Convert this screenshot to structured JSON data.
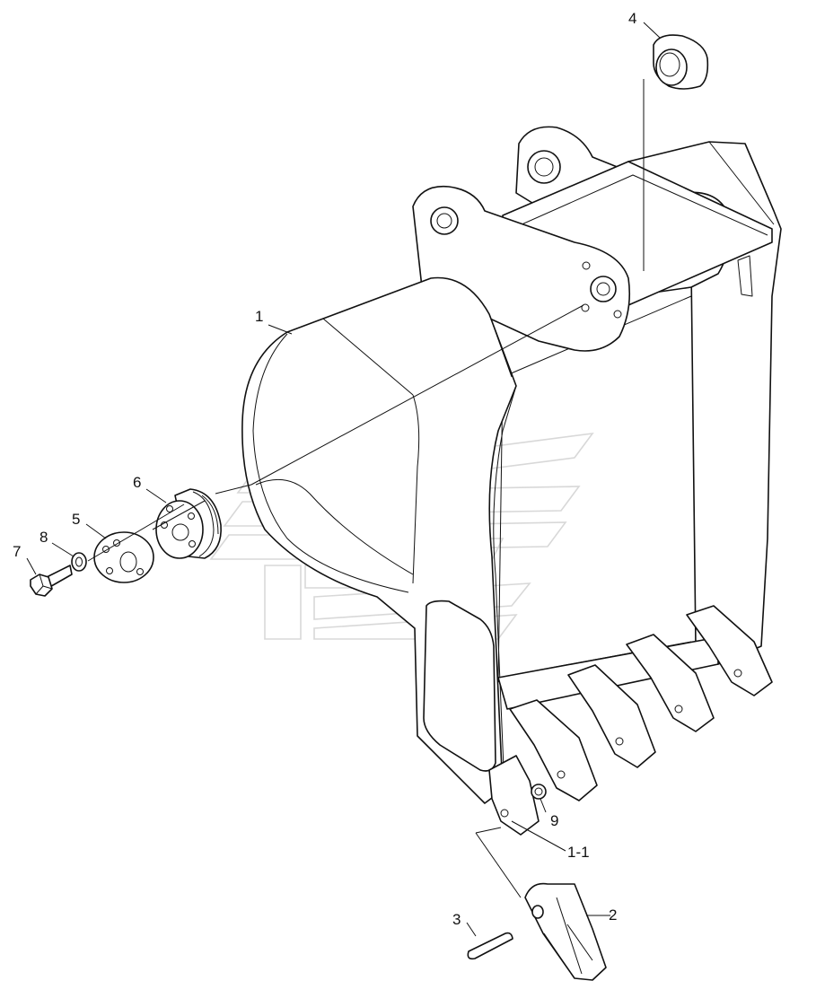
{
  "callouts": [
    {
      "id": "bucket",
      "text": "1"
    },
    {
      "id": "tooth",
      "text": "2"
    },
    {
      "id": "pin",
      "text": "3"
    },
    {
      "id": "bushing",
      "text": "4"
    },
    {
      "id": "disk",
      "text": "5"
    },
    {
      "id": "shim-spacer",
      "text": "6"
    },
    {
      "id": "bolt",
      "text": "7"
    },
    {
      "id": "washer",
      "text": "8"
    },
    {
      "id": "retainer",
      "text": "9"
    },
    {
      "id": "adapter",
      "text": "1-1"
    }
  ]
}
